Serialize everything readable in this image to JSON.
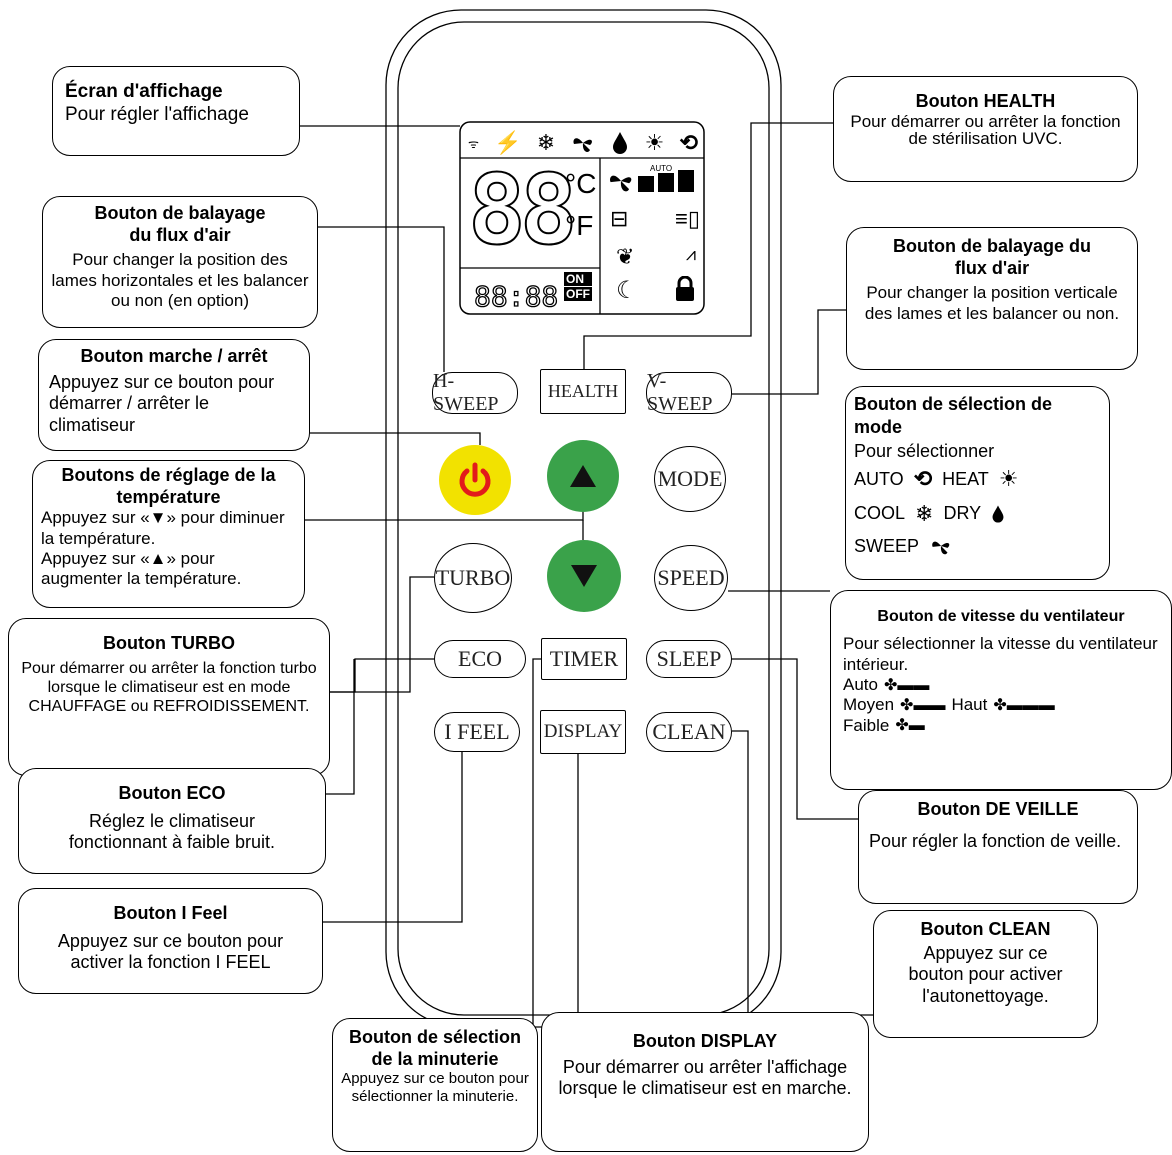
{
  "remote": {
    "buttons": {
      "h_sweep": "H-SWEEP",
      "health": "HEALTH",
      "v_sweep": "V-SWEEP",
      "mode": "MODE",
      "turbo": "TURBO",
      "speed": "SPEED",
      "eco": "ECO",
      "timer": "TIMER",
      "sleep": "SLEEP",
      "i_feel": "I FEEL",
      "display": "DISPLAY",
      "clean": "CLEAN"
    },
    "lcd": {
      "temp": "88",
      "celsius": "°C",
      "fahrenheit": "°F",
      "clock": "88:88",
      "on": "ON",
      "off": "OFF",
      "auto": "AUTO"
    },
    "colors": {
      "power": "#f2e200",
      "arrows": "#3aa24a"
    }
  },
  "callouts": {
    "ecran": {
      "title": "Écran d'affichage",
      "text": "Pour régler l'affichage"
    },
    "h_balayage": {
      "title": "Bouton de balayage du flux d'air",
      "text": "Pour changer la position des lames horizontales et les balancer ou non (en option)"
    },
    "marche": {
      "title": "Bouton marche / arrêt",
      "text": "Appuyez sur ce bouton pour démarrer / arrêter le climatiseur"
    },
    "temperature": {
      "title": "Boutons de réglage de la température",
      "l1": "Appuyez sur «▼» pour diminuer la température.",
      "l2": "Appuyez sur «▲» pour augmenter la température."
    },
    "turbo": {
      "title": "Bouton TURBO",
      "text": "Pour démarrer ou arrêter la fonction turbo lorsque le climatiseur est en mode CHAUFFAGE ou REFROIDISSEMENT."
    },
    "eco": {
      "title": "Bouton ECO",
      "text": "Réglez le climatiseur fonctionnant à faible bruit."
    },
    "ifeel": {
      "title": "Bouton I Feel",
      "text": "Appuyez sur ce bouton pour activer la fonction I FEEL"
    },
    "minuterie": {
      "title": "Bouton de sélection de la minuterie",
      "text": "Appuyez sur ce bouton pour sélectionner la minuterie."
    },
    "display": {
      "title": "Bouton DISPLAY",
      "text": "Pour démarrer ou arrêter l'affichage lorsque le climatiseur est en marche."
    },
    "health": {
      "title": "Bouton HEALTH",
      "text": "Pour démarrer ou arrêter la fonction de stérilisation UVC."
    },
    "v_balayage": {
      "title": "Bouton de balayage du flux d'air",
      "text": "Pour changer la position verticale des lames et les balancer ou non."
    },
    "mode": {
      "title": "Bouton de sélection de mode",
      "intro": "Pour sélectionner",
      "auto": "AUTO",
      "heat": "HEAT",
      "cool": "COOL",
      "dry": "DRY",
      "sweep": "SWEEP"
    },
    "vitesse": {
      "title": "Bouton de vitesse du ventilateur",
      "text": "Pour sélectionner la vitesse du ventilateur intérieur.",
      "auto": "Auto",
      "moyen": "Moyen",
      "haut": "Haut",
      "faible": "Faible"
    },
    "veille": {
      "title": "Bouton DE VEILLE",
      "text": "Pour régler la fonction de veille."
    },
    "clean": {
      "title": "Bouton CLEAN",
      "text": "Appuyez sur ce bouton pour activer l'autonettoyage."
    }
  }
}
